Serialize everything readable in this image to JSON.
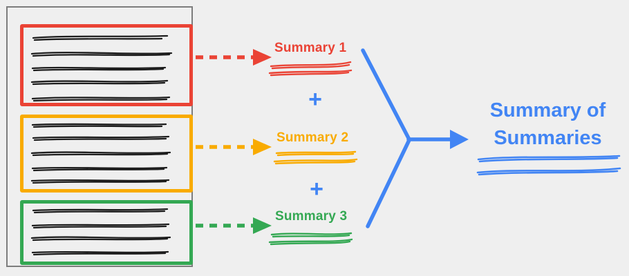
{
  "diagram": {
    "title": "map-reduce summarization diagram",
    "background": "#efefef",
    "colors": {
      "red": "#EA4335",
      "orange": "#F9AB00",
      "green": "#34A853",
      "blue": "#4285F4",
      "ink": "#1d1d1d",
      "doc_border": "#7d7d7d"
    },
    "source_document": {
      "sections": [
        {
          "id": "section-1",
          "color": "#EA4335",
          "text_line_count": 5
        },
        {
          "id": "section-2",
          "color": "#F9AB00",
          "text_line_count": 5
        },
        {
          "id": "section-3",
          "color": "#34A853",
          "text_line_count": 4
        }
      ]
    },
    "summaries": [
      {
        "label": "Summary 1",
        "color": "#EA4335"
      },
      {
        "label": "Summary 2",
        "color": "#F9AB00"
      },
      {
        "label": "Summary 3",
        "color": "#34A853"
      }
    ],
    "operators": [
      "+",
      "+"
    ],
    "result": {
      "label_line1": "Summary of",
      "label_line2": "Summaries",
      "color": "#4285F4"
    }
  }
}
